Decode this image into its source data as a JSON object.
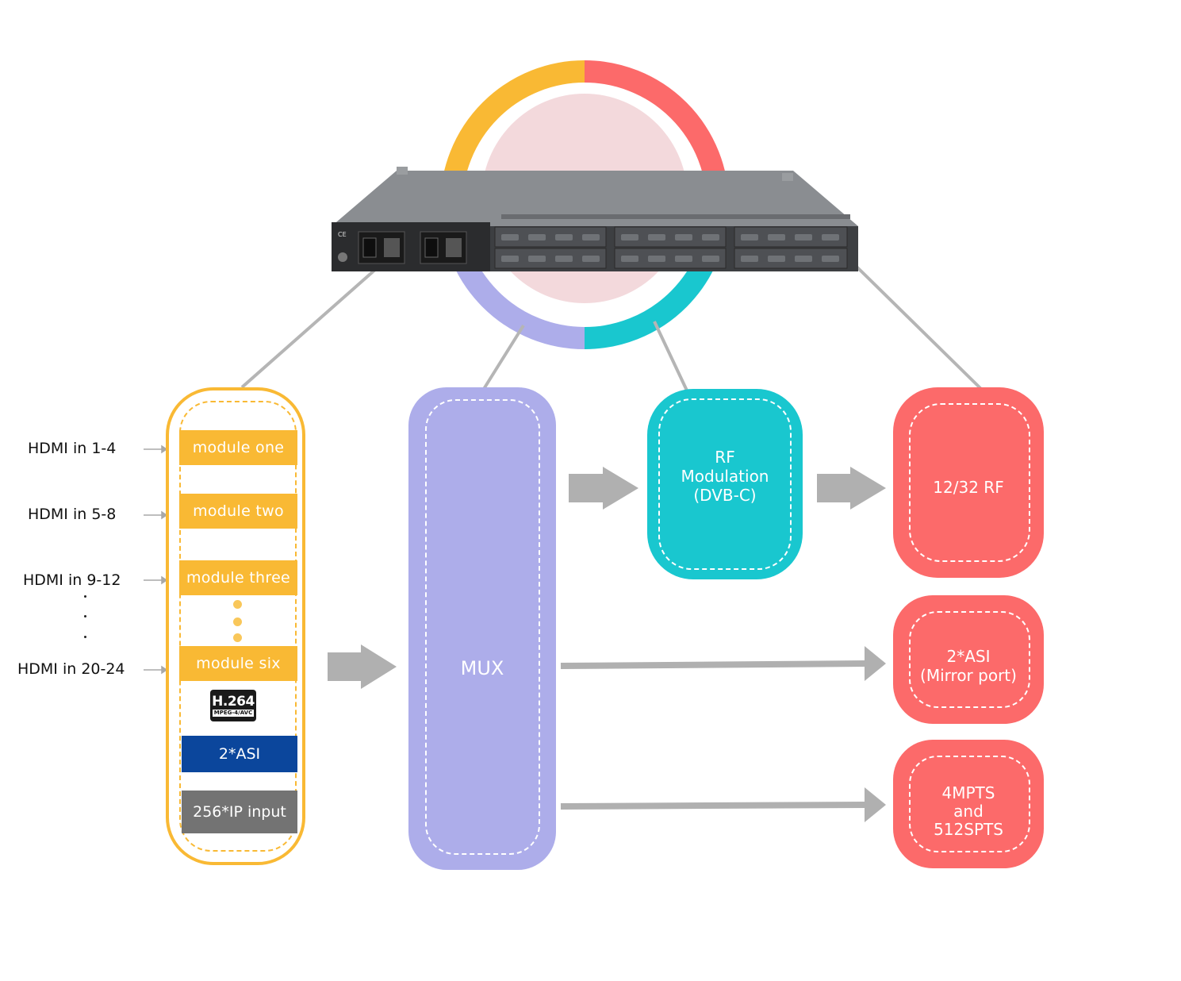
{
  "diagram": {
    "device": {
      "name": "encoder-modulator-chassis",
      "ring_colors": {
        "top_left": "#f9b934",
        "top_right": "#fc6a6a",
        "bottom_left": "#adadea",
        "bottom_right": "#19c7cf",
        "center_fill": "#f3d9dc"
      }
    },
    "inputs": [
      {
        "label": "HDMI in 1-4",
        "module": "module one"
      },
      {
        "label": "HDMI in 5-8",
        "module": "module two"
      },
      {
        "label": "HDMI in 9-12",
        "module": "module three"
      },
      {
        "label": "HDMI in 20-24",
        "module": "module six"
      }
    ],
    "input_ellipsis": ".",
    "codec_badge": {
      "main": "H.264",
      "sub": "MPEG-4/AVC"
    },
    "asi_input": "2*ASI",
    "ip_input": "256*IP input",
    "mux": {
      "label": "MUX"
    },
    "rf_modulation": {
      "line1": "RF",
      "line2": "Modulation",
      "line3": "(DVB-C)"
    },
    "outputs": {
      "rf": "12/32 RF",
      "asi": {
        "line1": "2*ASI",
        "line2": "(Mirror port)"
      },
      "ip": {
        "line1": "4MPTS",
        "line2": "and",
        "line3": "512SPTS"
      }
    },
    "colors": {
      "input_module": "#f9b934",
      "asi_input": "#0b469c",
      "ip_input": "#737373",
      "mux": "#adadea",
      "rf_modulation": "#19c7cf",
      "output": "#fc6a6a",
      "arrow": "#b0b0b0",
      "connector": "#b5b5b5"
    }
  }
}
